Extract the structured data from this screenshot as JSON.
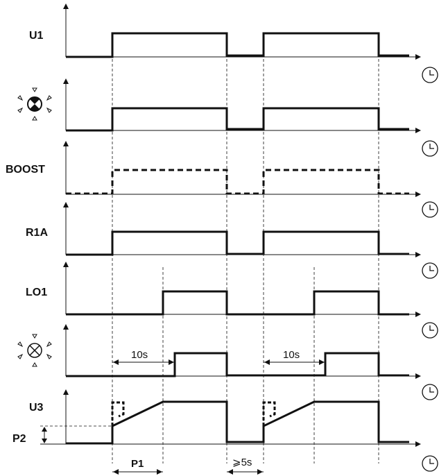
{
  "rows": {
    "u1": "U1",
    "boost": "BOOST",
    "r1a": "R1A",
    "lo1": "LO1",
    "u3": "U3"
  },
  "markers": {
    "p2": "P2",
    "p1": "P1",
    "delay_1": "10s",
    "delay_2": "10s",
    "min_off": "⩾5s"
  },
  "icons": [
    "lamp-filled-icon",
    "lamp-cross-icon",
    "clock-icon"
  ]
}
